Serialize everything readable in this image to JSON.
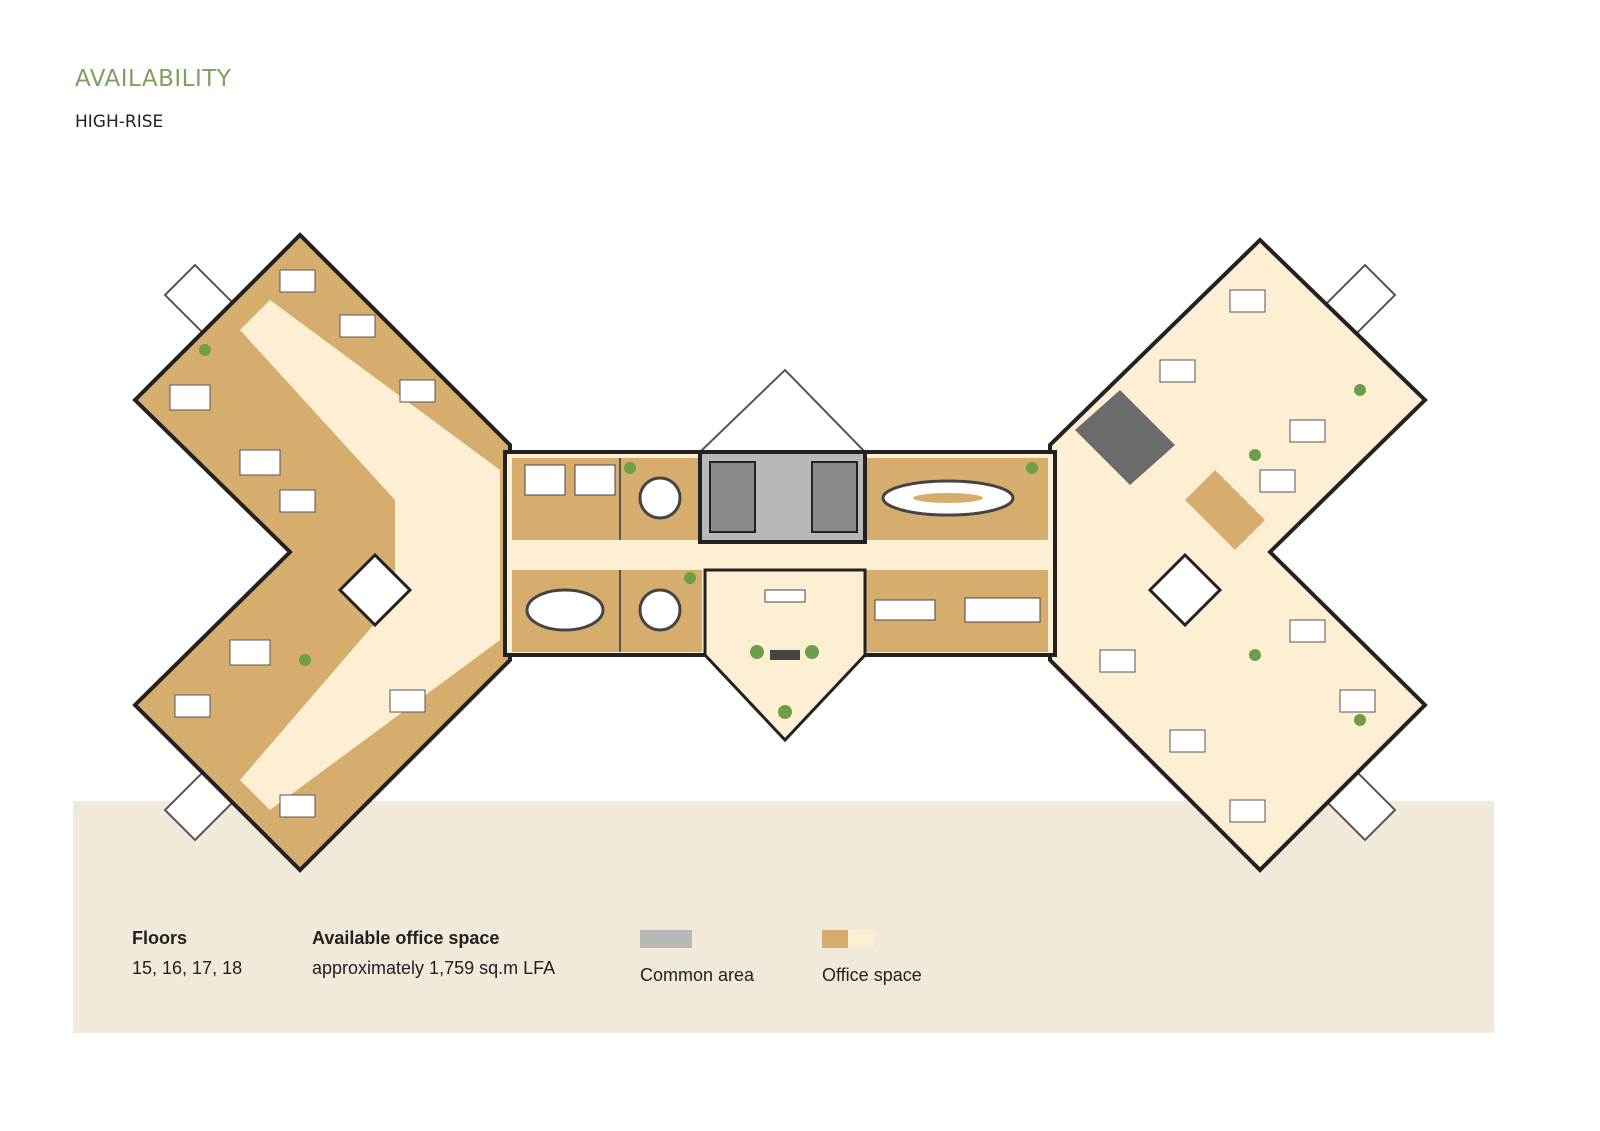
{
  "header": {
    "title": "AVAILABILITY",
    "subtitle": "HIGH-RISE"
  },
  "legend": {
    "floors": {
      "label": "Floors",
      "value": "15, 16, 17, 18"
    },
    "available": {
      "label": "Available office space",
      "value": "approximately 1,759 sq.m LFA"
    },
    "common": {
      "label": "Common area",
      "color": "#b8b8b8"
    },
    "office": {
      "label": "Office space",
      "colors": [
        "#d7ad6e",
        "#fcefd4"
      ]
    }
  },
  "colors": {
    "title": "#7ea05a",
    "band": "#f1e9d9",
    "office_dark": "#d7ad6e",
    "office_light": "#fcefd4",
    "common": "#b8b8b8",
    "wall": "#222222",
    "plant": "#6f9e4a"
  }
}
